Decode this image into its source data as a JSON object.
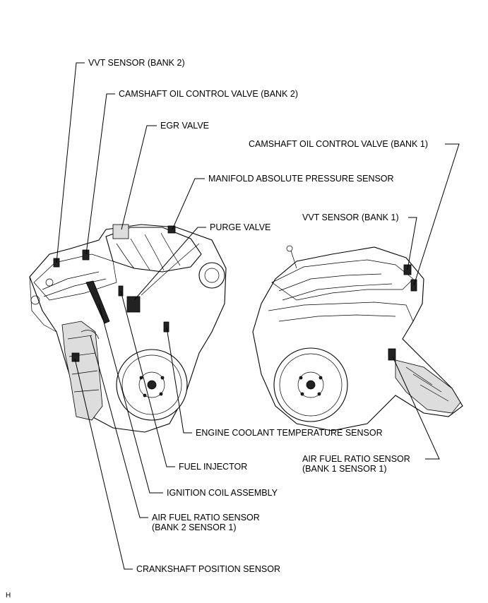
{
  "labels": {
    "vvt_bank2": "VVT SENSOR (BANK 2)",
    "ocv_bank2": "CAMSHAFT OIL CONTROL VALVE (BANK 2)",
    "egr_valve": "EGR VALVE",
    "ocv_bank1": "CAMSHAFT OIL CONTROL VALVE (BANK 1)",
    "map_sensor": "MANIFOLD ABSOLUTE PRESSURE SENSOR",
    "vvt_bank1": "VVT SENSOR (BANK 1)",
    "purge_valve": "PURGE VALVE",
    "ect_sensor": "ENGINE COOLANT TEMPERATURE SENSOR",
    "af_bank1_line1": "AIR FUEL RATIO SENSOR",
    "af_bank1_line2": "(BANK 1 SENSOR 1)",
    "fuel_injector": "FUEL INJECTOR",
    "ignition_coil": "IGNITION COIL ASSEMBLY",
    "af_bank2_line1": "AIR FUEL RATIO SENSOR",
    "af_bank2_line2": "(BANK 2 SENSOR 1)",
    "ckp_sensor": "CRANKSHAFT POSITION SENSOR"
  },
  "figure_code": "H"
}
